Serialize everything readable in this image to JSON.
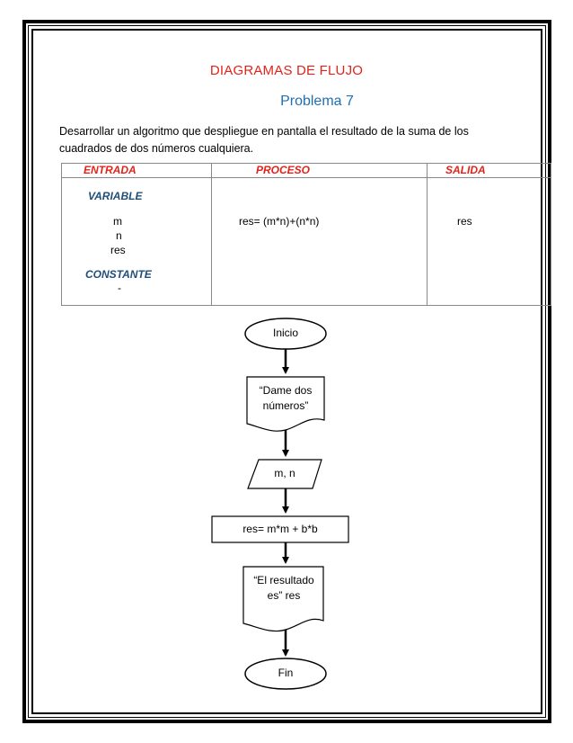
{
  "title": "DIAGRAMAS DE FLUJO",
  "subtitle": "Problema 7",
  "description": "Desarrollar un algoritmo que despliegue en pantalla el resultado de la suma de los cuadrados de dos números cualquiera.",
  "table": {
    "headers": [
      "ENTRADA",
      "PROCESO",
      "SALIDA"
    ],
    "variable_label": "VARIABLE",
    "variables": [
      "m",
      "n",
      "res"
    ],
    "constant_label": "CONSTANTE",
    "constant_value": "-",
    "process": "res= (m*n)+(n*n)",
    "output": "res"
  },
  "flowchart": {
    "start": "Inicio",
    "display1": "“Dame dos números”",
    "input": "m, n",
    "process": "res= m*m + b*b",
    "display2": "“El resultado es” res",
    "end": "Fin"
  },
  "colors": {
    "title": "#e2231a",
    "subtitle": "#1f6fb3",
    "label_blue": "#1f4e79"
  }
}
